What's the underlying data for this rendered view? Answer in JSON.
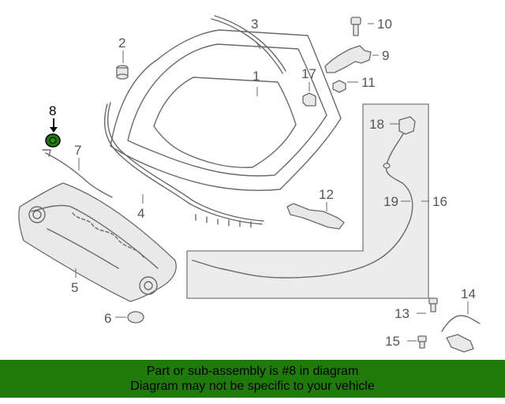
{
  "diagram": {
    "callouts": {
      "c1": "1",
      "c2": "2",
      "c3": "3",
      "c4": "4",
      "c5": "5",
      "c6": "6",
      "c7": "7",
      "c8": "8",
      "c9": "9",
      "c10": "10",
      "c11": "11",
      "c12": "12",
      "c13": "13",
      "c14": "14",
      "c15": "15",
      "c16": "16",
      "c17": "17",
      "c18": "18",
      "c19": "19"
    },
    "highlighted_part": "8",
    "colors": {
      "line": "#6a6a6a",
      "highlight": "#1f7a0b",
      "panel": "#ececec"
    }
  },
  "banner": {
    "line1": "Part or sub-assembly is #8 in diagram",
    "line2": "Diagram may not be specific to your vehicle",
    "color": "#1f7a0b"
  }
}
